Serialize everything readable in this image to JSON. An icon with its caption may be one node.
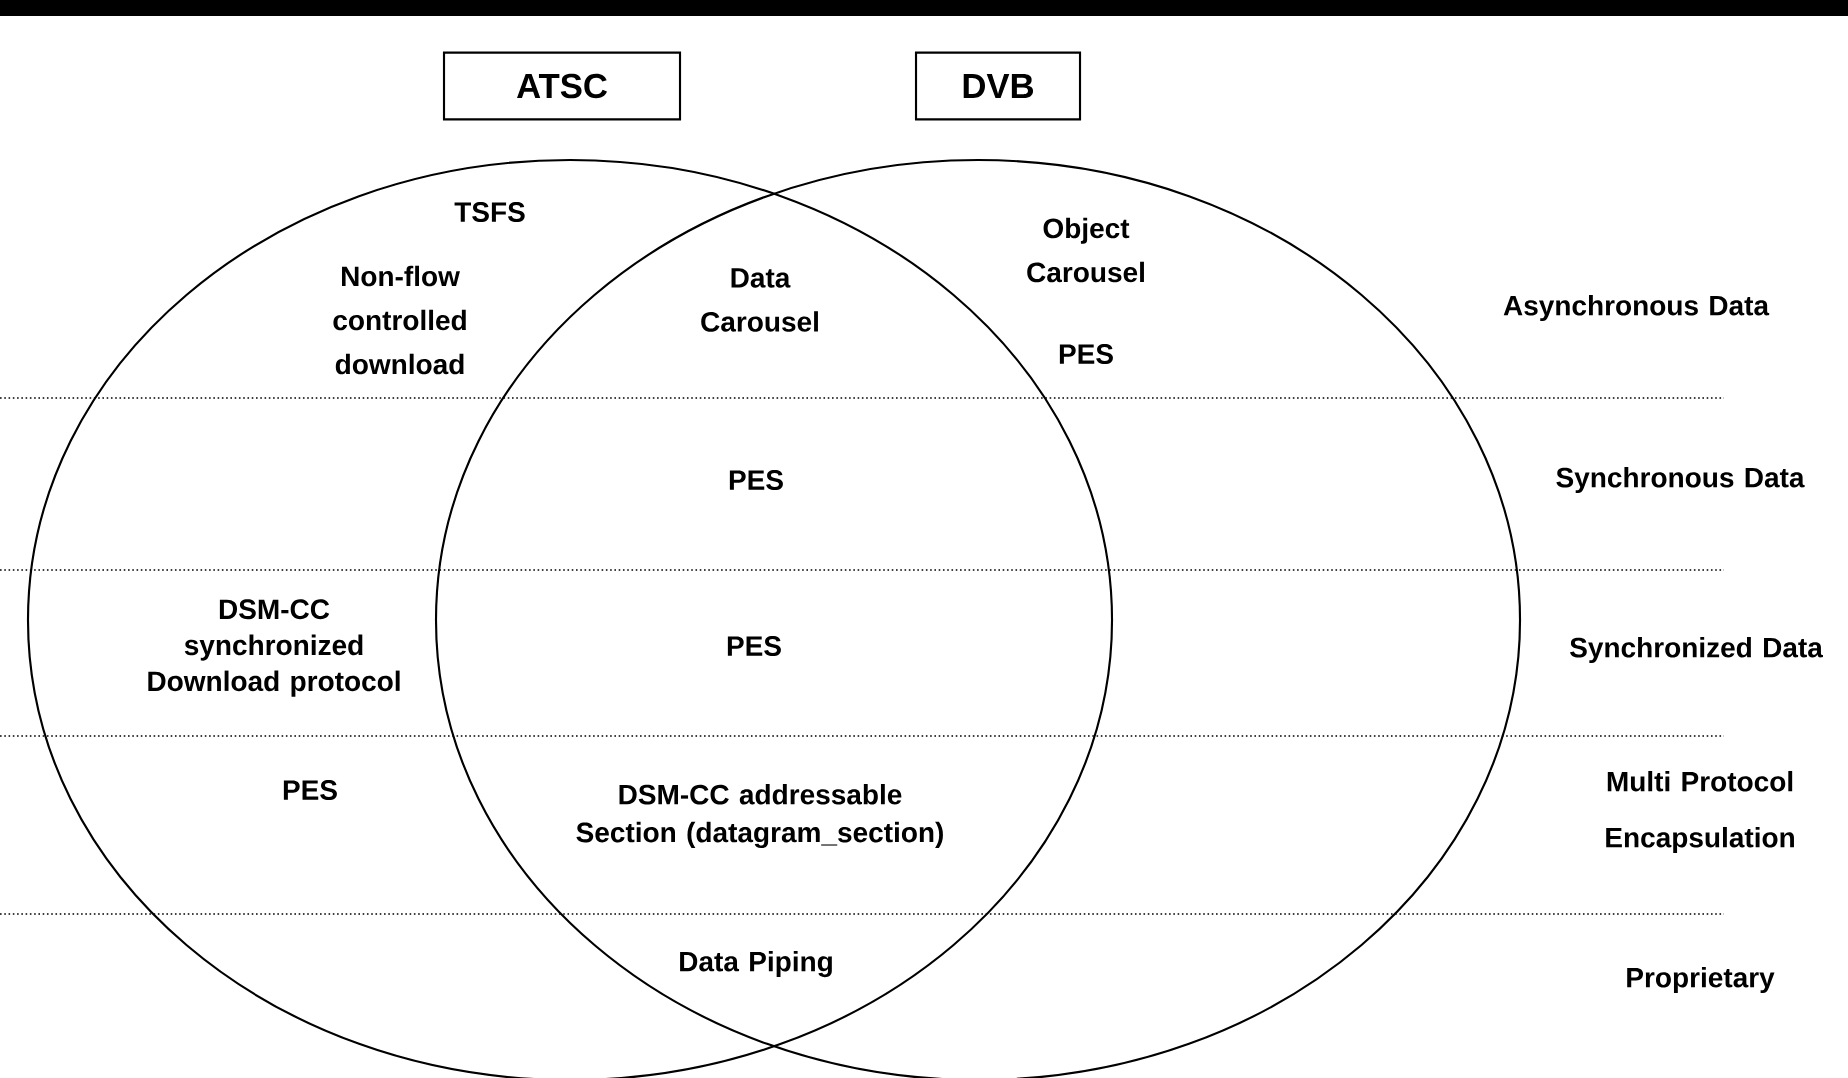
{
  "diagram": {
    "nodes": [
      {
        "text": [
          "ATSC"
        ]
      },
      {
        "text": [
          "DVB"
        ]
      }
    ],
    "edges": [],
    "labels": [
      "TSFS",
      "Non-flow controlled download",
      "Data Carousel",
      "Object Carousel",
      "PES",
      "Asynchronous Data",
      "PES",
      "Synchronous Data",
      "DSM-CC synchronized Download protocol",
      "PES",
      "Synchronized Data",
      "PES",
      "DSM-CC addressable Section (datagram_section)",
      "Multi Protocol Encapsulation",
      "Data Piping",
      "Proprietary"
    ]
  }
}
